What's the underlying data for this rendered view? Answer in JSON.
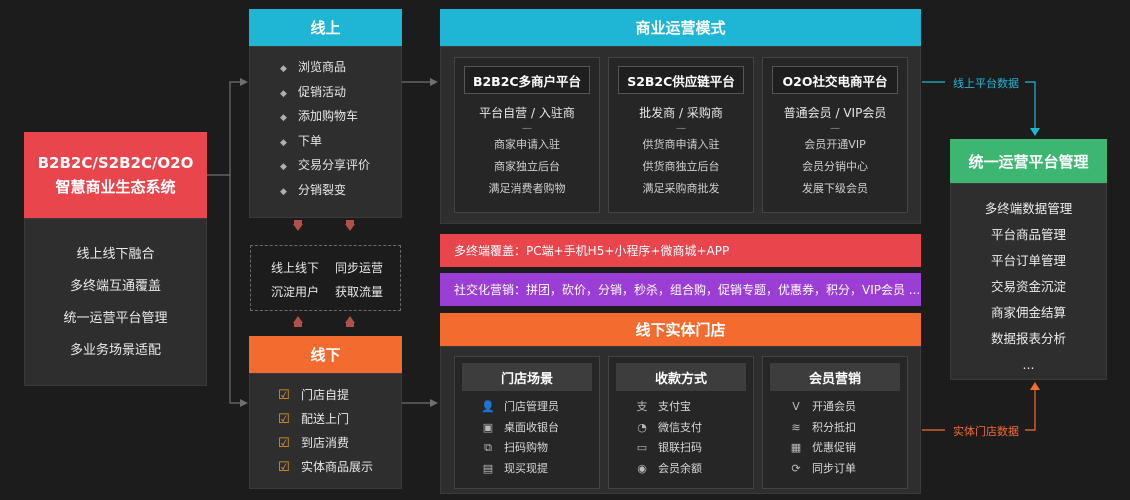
{
  "left": {
    "title_line1": "B2B2C/S2B2C/O2O",
    "title_line2": "智慧商业生态系统",
    "items": [
      "线上线下融合",
      "多终端互通覆盖",
      "统一运营平台管理",
      "多业务场景适配"
    ]
  },
  "online": {
    "title": "线上",
    "items": [
      "浏览商品",
      "促销活动",
      "添加购物车",
      "下单",
      "交易分享评价",
      "分销裂变"
    ]
  },
  "middle": {
    "row1": [
      "线上线下",
      "同步运营"
    ],
    "row2": [
      "沉淀用户",
      "获取流量"
    ]
  },
  "offline": {
    "title": "线下",
    "items": [
      "门店自提",
      "配送上门",
      "到店消费",
      "实体商品展示"
    ]
  },
  "business": {
    "title": "商业运营模式",
    "cards": [
      {
        "title": "B2B2C多商户平台",
        "subtitle": "平台自营 / 入驻商",
        "dash": "—",
        "items": [
          "商家申请入驻",
          "商家独立后台",
          "满足消费者购物"
        ]
      },
      {
        "title": "S2B2C供应链平台",
        "subtitle": "批发商 / 采购商",
        "dash": "—",
        "items": [
          "供货商申请入驻",
          "供货商独立后台",
          "满足采购商批发"
        ]
      },
      {
        "title": "O2O社交电商平台",
        "subtitle": "普通会员 / VIP会员",
        "dash": "—",
        "items": [
          "会员开通VIP",
          "会员分销中心",
          "发展下级会员"
        ]
      }
    ]
  },
  "bars": {
    "multi": "多终端覆盖：PC端+手机H5+小程序+微商城+APP",
    "social": "社交化营销：拼团，砍价，分销，秒杀，组合购，促销专题，优惠券，积分，VIP会员 ..."
  },
  "stores": {
    "title": "线下实体门店",
    "cards": [
      {
        "title": "门店场景",
        "items": [
          {
            "icon": "person-icon",
            "glyph": "👤",
            "label": "门店管理员"
          },
          {
            "icon": "desktop-icon",
            "glyph": "▣",
            "label": "桌面收银台"
          },
          {
            "icon": "scan-icon",
            "glyph": "⧉",
            "label": "扫码购物"
          },
          {
            "icon": "bag-icon",
            "glyph": "▤",
            "label": "现买现提"
          }
        ]
      },
      {
        "title": "收款方式",
        "items": [
          {
            "icon": "alipay-icon",
            "glyph": "支",
            "label": "支付宝"
          },
          {
            "icon": "wechat-icon",
            "glyph": "◔",
            "label": "微信支付"
          },
          {
            "icon": "bankcard-icon",
            "glyph": "▭",
            "label": "银联扫码"
          },
          {
            "icon": "wallet-icon",
            "glyph": "◉",
            "label": "会员余额"
          }
        ]
      },
      {
        "title": "会员营销",
        "items": [
          {
            "icon": "vip-icon",
            "glyph": "V",
            "label": "开通会员"
          },
          {
            "icon": "coins-icon",
            "glyph": "≋",
            "label": "积分抵扣"
          },
          {
            "icon": "coupon-icon",
            "glyph": "▦",
            "label": "优惠促销"
          },
          {
            "icon": "sync-icon",
            "glyph": "⟳",
            "label": "同步订单"
          }
        ]
      }
    ]
  },
  "right": {
    "title": "统一运营平台管理",
    "items": [
      "多终端数据管理",
      "平台商品管理",
      "平台订单管理",
      "交易资金沉淀",
      "商家佣金结算",
      "数据报表分析",
      "..."
    ]
  },
  "flows": {
    "online_data": "线上平台数据",
    "store_data": "实体门店数据"
  },
  "colors": {
    "blue": "#1fb6d6",
    "orange": "#f46b2f",
    "red": "#e8454c",
    "green": "#3cb670",
    "purple": "#9b3ed6"
  }
}
